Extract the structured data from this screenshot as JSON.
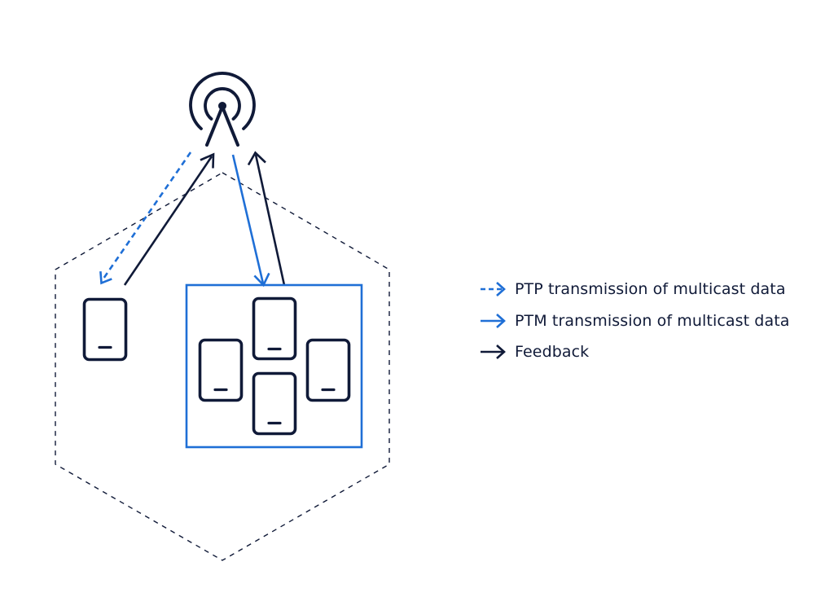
{
  "colors": {
    "dark": "#101a38",
    "blue": "#1f6fd6"
  },
  "icons": {
    "antenna": "antenna-icon",
    "device": "mobile-device-icon"
  },
  "legend": [
    {
      "label": "PTP transmission of multicast data",
      "line": "dashed-blue-arrow"
    },
    {
      "label": "PTM transmission of multicast data",
      "line": "solid-blue-arrow"
    },
    {
      "label": "Feedback",
      "line": "solid-dark-arrow"
    }
  ]
}
